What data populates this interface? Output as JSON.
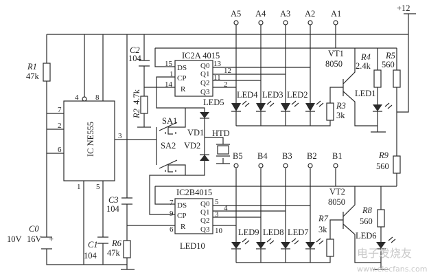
{
  "supply": {
    "label": "+12"
  },
  "terminals_a": [
    "A5",
    "A4",
    "A3",
    "A2",
    "A1"
  ],
  "terminals_b": [
    "B5",
    "B4",
    "B3",
    "B2",
    "B1"
  ],
  "ne555": {
    "label": "IC NE555",
    "pins": {
      "p4": "4",
      "p8": "8",
      "p7": "7",
      "p2": "2",
      "p6": "6",
      "p3": "3",
      "p1": "1",
      "p5": "5"
    }
  },
  "ic2a": {
    "label": "IC2A 4015",
    "inputs": [
      "DS",
      "CP",
      "R"
    ],
    "input_pins": [
      "15",
      "1",
      "14"
    ],
    "outputs": [
      "Q0",
      "Q1",
      "Q2",
      "Q3"
    ],
    "output_pins": [
      "13",
      "12",
      "11",
      "2"
    ]
  },
  "ic2b": {
    "label": "IC2B4015",
    "inputs": [
      "DS",
      "CP",
      "R"
    ],
    "input_pins": [
      "7",
      "9",
      "6"
    ],
    "outputs": [
      "Q0",
      "Q1",
      "Q2",
      "Q3"
    ],
    "output_pins": [
      "5",
      "4",
      "3",
      "10"
    ]
  },
  "components": {
    "R1": {
      "ref": "R1",
      "value": "47k"
    },
    "R2": {
      "ref": "R2",
      "value": "4.7k"
    },
    "R3": {
      "ref": "R3",
      "value": "3k"
    },
    "R4": {
      "ref": "R4",
      "value": "2.4k"
    },
    "R5": {
      "ref": "R5",
      "value": "560"
    },
    "R6": {
      "ref": "R6",
      "value": "47k"
    },
    "R7": {
      "ref": "R7",
      "value": "3k"
    },
    "R8": {
      "ref": "R8",
      "value": "560"
    },
    "R9": {
      "ref": "R9",
      "value": "560"
    },
    "C0": {
      "ref": "C0",
      "value1": "10V",
      "value2": "16V",
      "polarity": "+"
    },
    "C1": {
      "ref": "C1",
      "value": "104"
    },
    "C2": {
      "ref": "C2",
      "value": "104"
    },
    "C3": {
      "ref": "C3",
      "value": "104"
    },
    "VT1": {
      "ref": "VT1",
      "value": "8050"
    },
    "VT2": {
      "ref": "VT2",
      "value": "8050"
    },
    "SA1": "SA1",
    "SA2": "SA2",
    "VD1": "VD1",
    "VD2": "VD2",
    "HTD": "HTD"
  },
  "leds": {
    "LED1": "LED1",
    "LED2": "LED2",
    "LED3": "LED3",
    "LED4": "LED4",
    "LED5": "LED5",
    "LED6": "LED6",
    "LED7": "LED7",
    "LED8": "LED8",
    "LED9": "LED9",
    "LED10": "LED10"
  },
  "watermark": {
    "text1": "电子发烧友",
    "text2": "www.elecfans.com"
  }
}
